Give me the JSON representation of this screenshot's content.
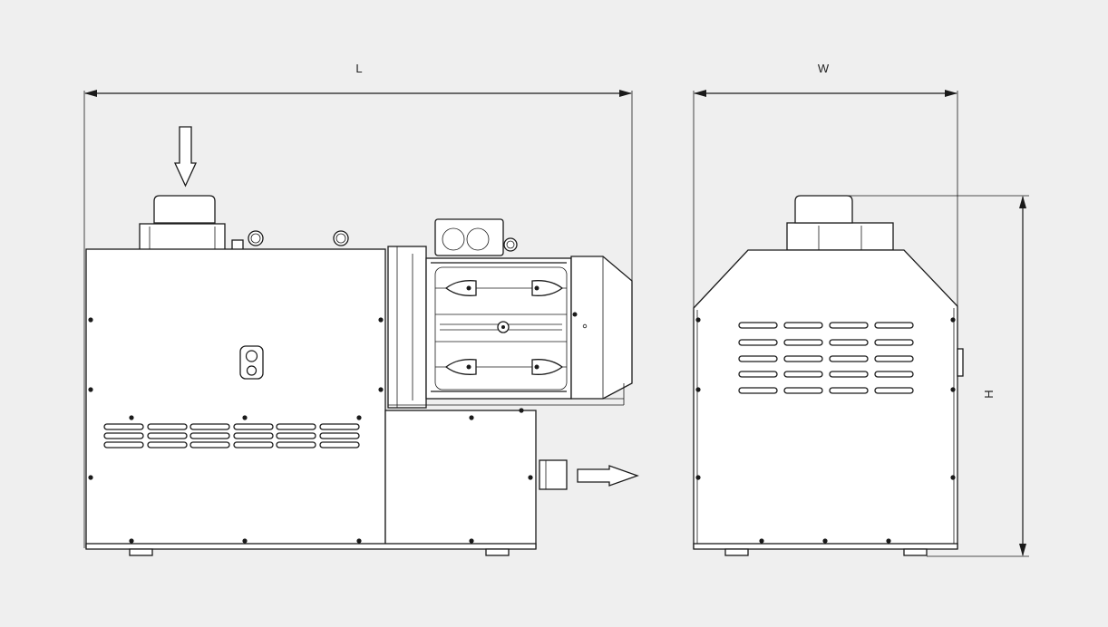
{
  "dimensions": {
    "length_label": "L",
    "width_label": "W",
    "height_label": "H"
  },
  "colors": {
    "background": "#efefef",
    "line": "#1a1a1a",
    "body": "#ffffff"
  }
}
